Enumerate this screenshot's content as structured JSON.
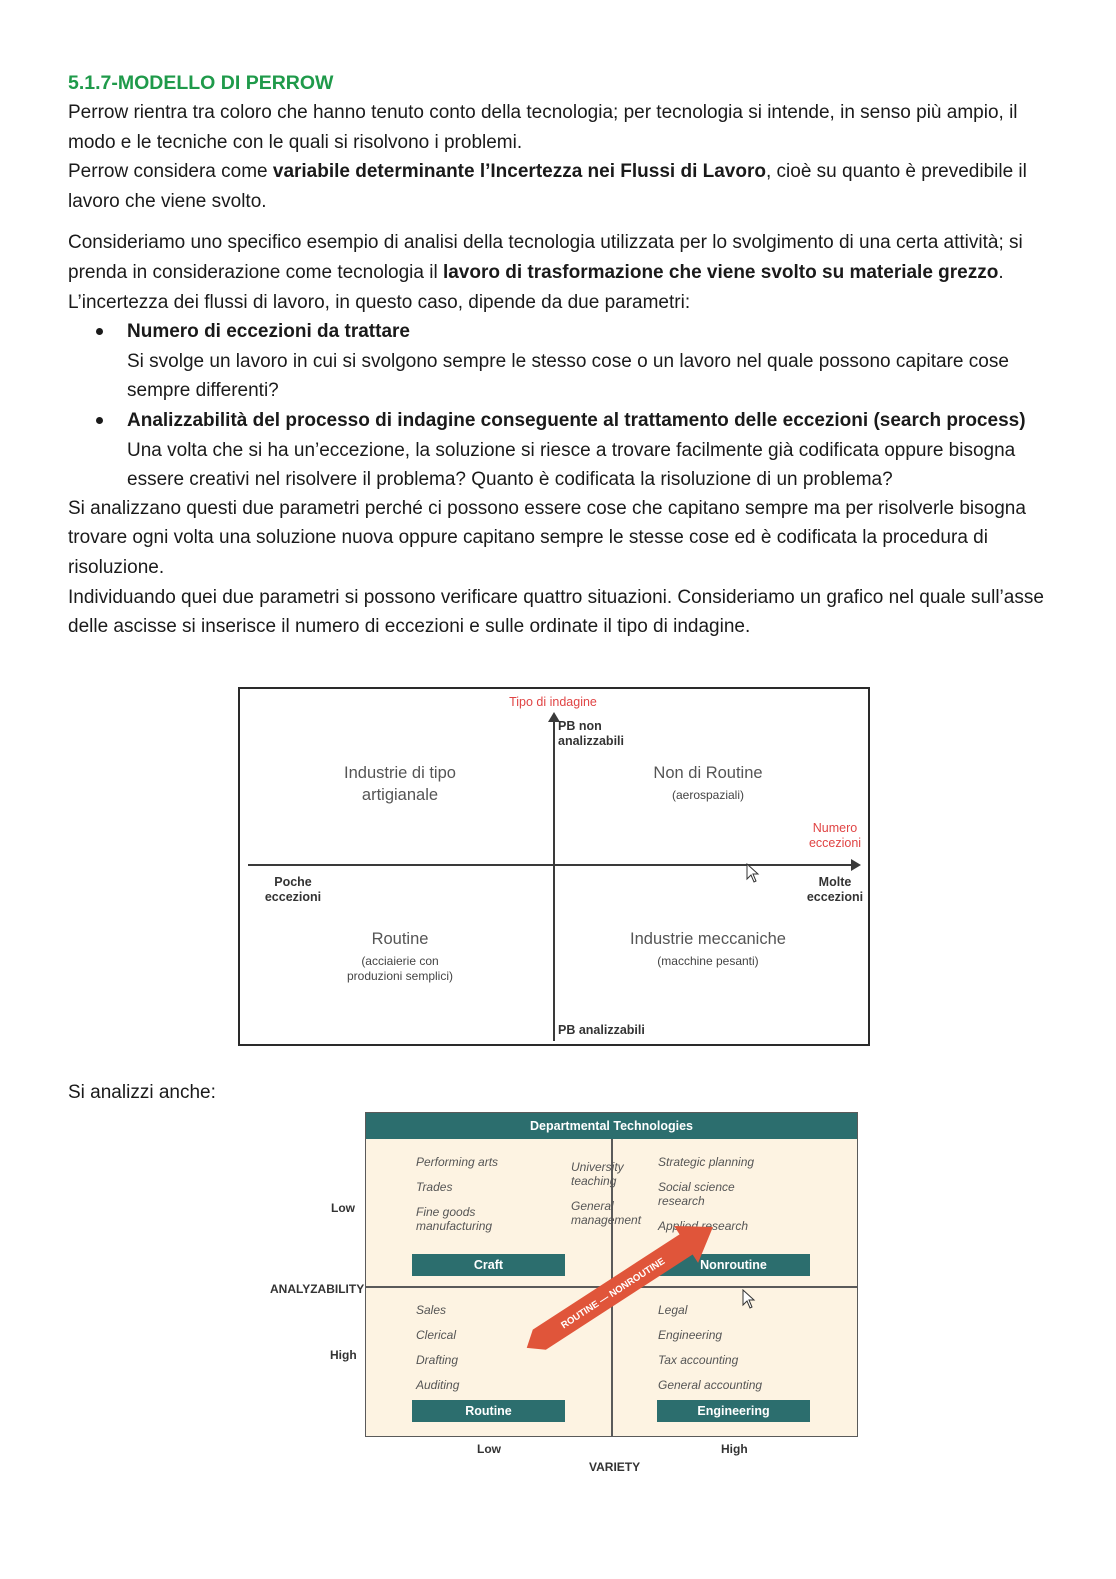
{
  "section": {
    "heading": "5.1.7-MODELLO DI PERROW"
  },
  "p1": "Perrow rientra tra coloro che hanno tenuto conto della tecnologia; per tecnologia si intende, in senso più ampio, il modo e le tecniche con le quali si risolvono i problemi.",
  "p2": {
    "a": "Perrow considera come ",
    "b": "variabile determinante l’Incertezza nei Flussi di Lavoro",
    "c": ", cioè su quanto è prevedibile il lavoro che viene svolto."
  },
  "p3": {
    "a": "Consideriamo uno specifico esempio di analisi della tecnologia utilizzata per lo svolgimento di una certa attività; si prenda in considerazione come tecnologia il ",
    "b": "lavoro di trasformazione che viene svolto su materiale grezzo",
    "c": "."
  },
  "p4": "L’incertezza dei flussi di lavoro, in questo caso, dipende da due parametri:",
  "bullets": [
    {
      "title": "Numero di eccezioni da trattare",
      "text": "Si svolge un lavoro in cui si svolgono sempre le stesso cose o un lavoro nel quale possono capitare cose sempre differenti?"
    },
    {
      "title": "Analizzabilità del processo di indagine conseguente al trattamento delle eccezioni (search process)",
      "text": "Una volta che si ha un’eccezione, la soluzione si riesce a trovare facilmente già codificata oppure bisogna essere creativi nel risolvere il problema? Quanto è codificata la risoluzione di un problema?"
    }
  ],
  "p5": "Si analizzano questi due parametri perché ci possono essere cose che capitano sempre ma per risolverle bisogna trovare ogni volta una soluzione nuova oppure capitano sempre le stesse cose ed è codificata la procedura di risoluzione.",
  "p6": "Individuando quei due parametri si possono verificare quattro situazioni. Consideriamo un grafico nel quale sull’asse delle ascisse si inserisce il numero di eccezioni e sulle ordinate il tipo di indagine.",
  "perrow_diagram": {
    "y_axis_title": "Tipo di indagine",
    "y_top": [
      "PB non",
      "analizzabili"
    ],
    "y_bottom": "PB analizzabili",
    "x_axis_title": [
      "Numero",
      "eccezioni"
    ],
    "x_left": [
      "Poche",
      "eccezioni"
    ],
    "x_right": [
      "Molte",
      "eccezioni"
    ],
    "top_left": {
      "title": [
        "Industrie di tipo",
        "artigianale"
      ]
    },
    "top_right": {
      "title": "Non di Routine",
      "sub": "(aerospaziali)"
    },
    "bottom_left": {
      "title": "Routine",
      "sub": [
        "(acciaierie con",
        "produzioni semplici)"
      ]
    },
    "bottom_right": {
      "title": "Industrie meccaniche",
      "sub": "(macchine pesanti)"
    },
    "accent_color": "#e04444"
  },
  "p7": "Si analizzi anche:",
  "dept_diagram": {
    "header": "Departmental Technologies",
    "analyzability_label": "ANALYZABILITY",
    "low_label": "Low",
    "high_label": "High",
    "variety_label": "VARIETY",
    "variety_low": "Low",
    "variety_high": "High",
    "craft_items": [
      "Performing arts",
      "Trades",
      "Fine goods",
      "manufacturing"
    ],
    "center_top_items": [
      "University",
      "teaching",
      "General",
      "management"
    ],
    "nonroutine_items": [
      "Strategic planning",
      "Social science",
      "research",
      "Applied research"
    ],
    "routine_items": [
      "Sales",
      "Clerical",
      "Drafting",
      "Auditing"
    ],
    "engineering_items": [
      "Legal",
      "Engineering",
      "Tax accounting",
      "General accounting"
    ],
    "craft_tag": "Craft",
    "nonroutine_tag": "Nonroutine",
    "routine_tag": "Routine",
    "engineering_tag": "Engineering",
    "arrow_text": "ROUTINE — NONROUTINE",
    "header_color": "#2c6e6e",
    "arrow_color": "#e0553a"
  }
}
